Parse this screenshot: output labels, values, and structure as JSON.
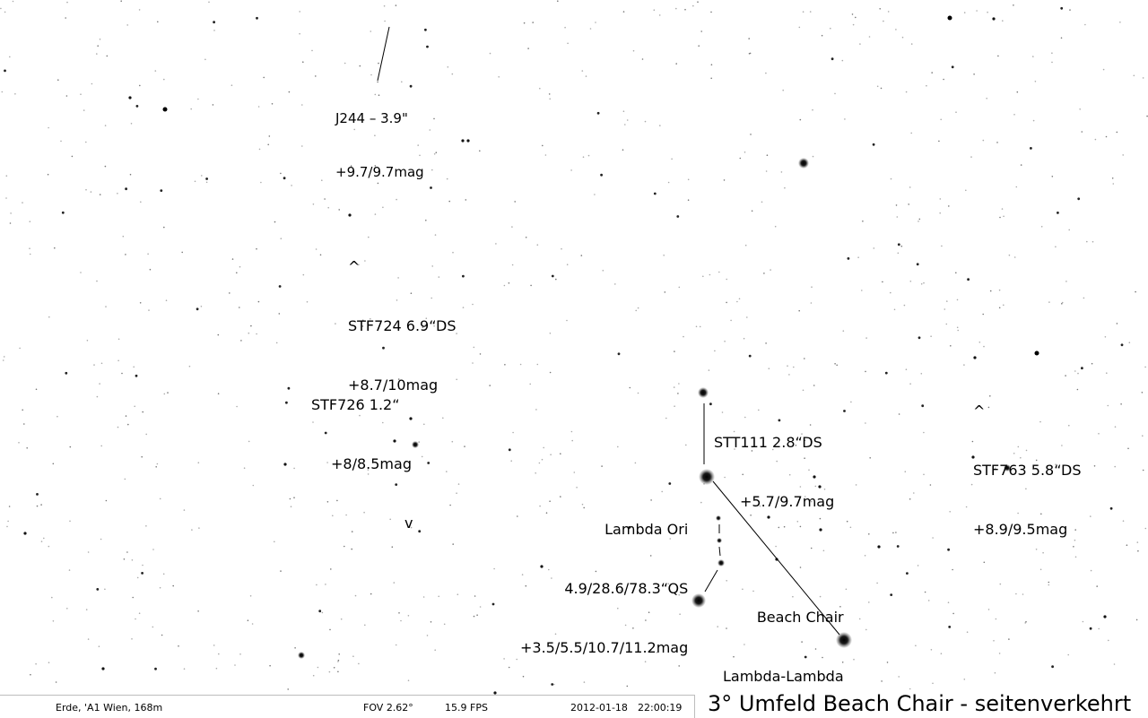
{
  "labels": {
    "j244": {
      "line1": "J244 – 3.9\"",
      "line2": "+9.7/9.7mag"
    },
    "stf724": {
      "marker": "^",
      "line1": "STF724 6.9“DS",
      "line2": "+8.7/10mag"
    },
    "stf726": {
      "line1": "STF726 1.2“",
      "line2": "+8/8.5mag",
      "marker": "v"
    },
    "stt111": {
      "line1": "STT111 2.8“DS",
      "line2": "+5.7/9.7mag"
    },
    "lambda_ori": {
      "line1": "Lambda Ori",
      "line2": "4.9/28.6/78.3“QS",
      "line3": "+3.5/5.5/10.7/11.2mag"
    },
    "beach_chair": {
      "line1": "Beach Chair",
      "line2": "Lambda-Lambda"
    },
    "stf763": {
      "marker": "^",
      "line1": "STF763 5.8“DS",
      "line2": "+8.9/9.5mag"
    }
  },
  "status": {
    "location": "Erde, 'A1 Wien, 168m",
    "fov": "FOV 2.62°",
    "fps": "15.9 FPS",
    "date": "2012-01-18",
    "time": "22:00:19"
  },
  "caption": "3° Umfeld Beach Chair - seitenverkehrt",
  "colors": {
    "background": "#ffffff",
    "star": "#000000",
    "text": "#000000"
  }
}
